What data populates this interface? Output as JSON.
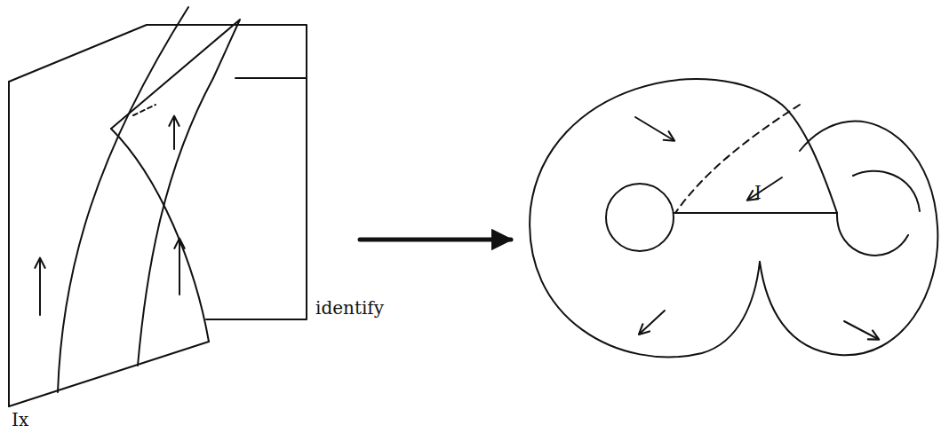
{
  "diagram": {
    "labels": [
      "Ix",
      "identify",
      "I"
    ]
  }
}
